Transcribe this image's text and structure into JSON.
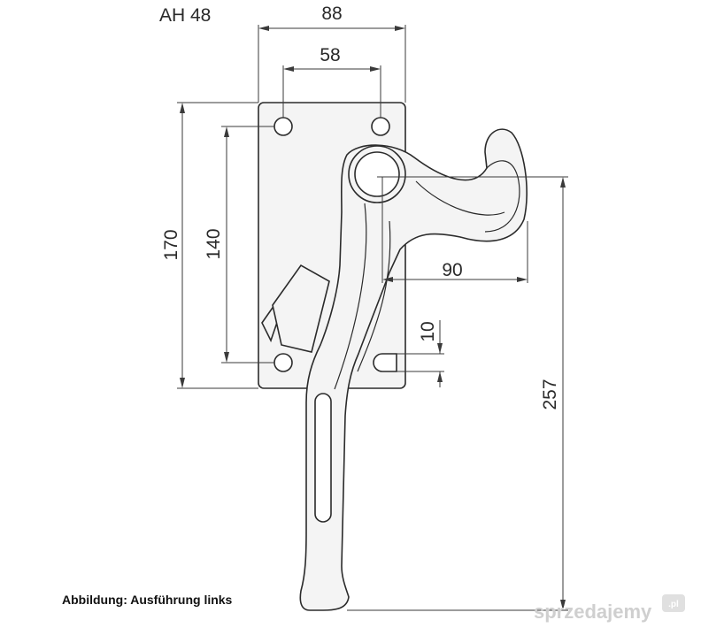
{
  "title": "AH 48",
  "caption": "Abbildung: Ausführung links",
  "dimensions": {
    "plate_width": "88",
    "hole_spacing_horizontal": "58",
    "plate_height": "170",
    "hole_spacing_vertical": "140",
    "hook_reach": "90",
    "slot_offset": "10",
    "total_height": "257"
  },
  "watermark": {
    "text": "sprzedajemy",
    "badge": ".pl"
  }
}
